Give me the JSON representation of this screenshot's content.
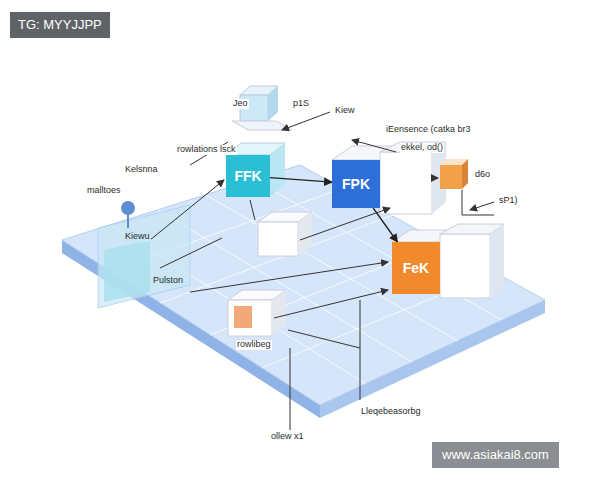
{
  "diagram": {
    "nodes": [
      {
        "text": [
          "FFK"
        ]
      },
      {
        "text": [
          "FPK"
        ]
      },
      {
        "text": [
          "FeK"
        ]
      }
    ],
    "edges": [
      {
        "from": 0,
        "to": 1,
        "arrow": "to"
      },
      {
        "from": 1,
        "to": 2,
        "arrow": "to"
      }
    ],
    "labels": [
      "TG: MYYJJPP",
      "Jeo",
      "p1S",
      "Kiew",
      "ekkel, od()",
      "iEensence (catka br3",
      "Kelsnna",
      "rowlations lsck",
      "malltoes",
      "d6o",
      "sP1)",
      "Kiewu",
      "Pulston",
      "rowlibeg",
      "Lleqebeasorbg",
      "ollew x1",
      "www.asiakai8.com"
    ]
  }
}
